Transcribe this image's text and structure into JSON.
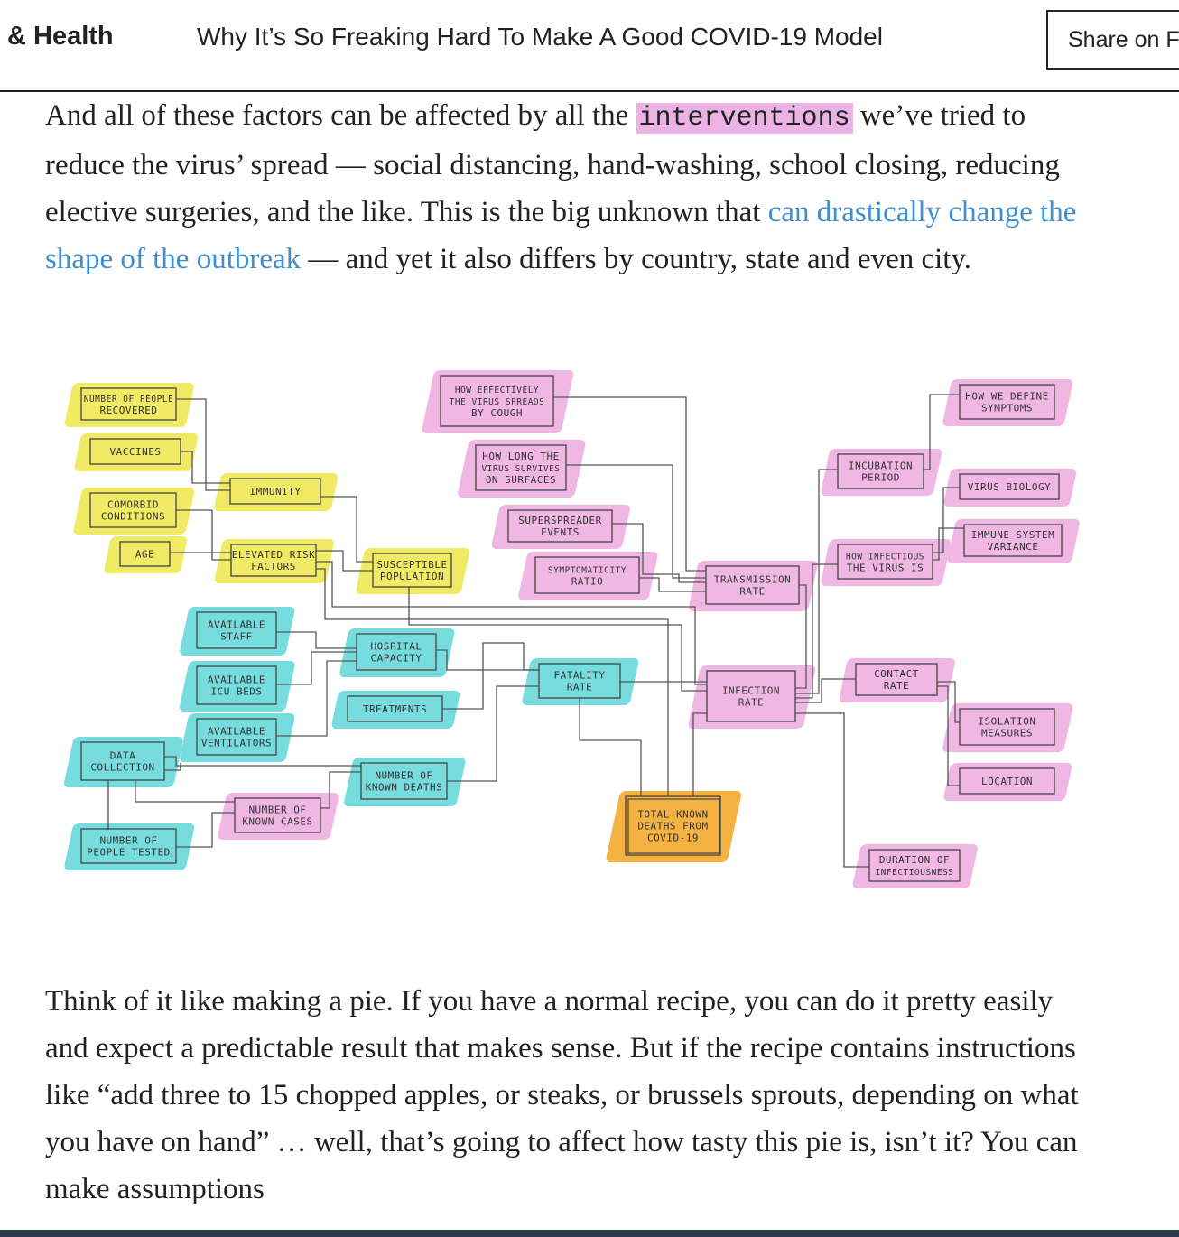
{
  "header": {
    "section": "& Health",
    "headline": "Why It’s So Freaking Hard To Make A Good COVID-19 Model",
    "share_label": "Share on Fa"
  },
  "article": {
    "para1_a": "And all of these factors can be affected by all the ",
    "para1_highlight": "interventions",
    "para1_b": " we’ve tried to reduce the virus’ spread — social distancing, hand-washing, school closing, reducing elective surgeries, and the like. This is the big unknown that ",
    "para1_link": "can drastically change the shape of the outbreak",
    "para1_c": " — and yet it also differs by country, state and even city.",
    "para2": "Think of it like making a pie. If you have a normal recipe, you can do it pretty easily and expect a predictable result that makes sense. But if the recipe contains instructions like “add three to 15 chopped apples, or steaks, or brussels sprouts, depending on what you have on hand” … well, that’s going to affect how tasty this pie is, isn’t it? You can make assumptions"
  },
  "diagram": {
    "colors": {
      "yellow": "#efe64a",
      "pink": "#eeaadf",
      "cyan": "#5fd6d8",
      "orange": "#f2a521",
      "line": "#555555"
    },
    "nodes": {
      "recovered": [
        "NUMBER OF PEOPLE",
        "RECOVERED"
      ],
      "vaccines": [
        "VACCINES"
      ],
      "comorbid": [
        "COMORBID",
        "CONDITIONS"
      ],
      "age": [
        "AGE"
      ],
      "immunity": [
        "IMMUNITY"
      ],
      "elevated": [
        "ELEVATED RISK",
        "FACTORS"
      ],
      "susceptible": [
        "SUSCEPTIBLE",
        "POPULATION"
      ],
      "cough": [
        "HOW EFFECTIVELY",
        "THE VIRUS SPREADS",
        "BY COUGH"
      ],
      "surfaces": [
        "HOW LONG THE",
        "VIRUS SURVIVES",
        "ON SURFACES"
      ],
      "superspreader": [
        "SUPERSPREADER",
        "EVENTS"
      ],
      "symptomaticity": [
        "SYMPTOMATICITY",
        "RATIO"
      ],
      "transmission": [
        "TRANSMISSION",
        "RATE"
      ],
      "incubation": [
        "INCUBATION",
        "PERIOD"
      ],
      "define": [
        "HOW WE DEFINE",
        "SYMPTOMS"
      ],
      "biology": [
        "VIRUS BIOLOGY"
      ],
      "immune": [
        "IMMUNE SYSTEM",
        "VARIANCE"
      ],
      "infectious": [
        "HOW INFECTIOUS",
        "THE VIRUS IS"
      ],
      "staff": [
        "AVAILABLE",
        "STAFF"
      ],
      "hospital": [
        "HOSPITAL",
        "CAPACITY"
      ],
      "icu": [
        "AVAILABLE",
        "ICU BEDS"
      ],
      "ventilators": [
        "AVAILABLE",
        "VENTILATORS"
      ],
      "treatments": [
        "TREATMENTS"
      ],
      "fatality": [
        "FATALITY",
        "RATE"
      ],
      "infection": [
        "INFECTION",
        "RATE"
      ],
      "contact": [
        "CONTACT",
        "RATE"
      ],
      "isolation": [
        "ISOLATION",
        "MEASURES"
      ],
      "location": [
        "LOCATION"
      ],
      "datacollection": [
        "DATA",
        "COLLECTION"
      ],
      "knowndeaths": [
        "NUMBER OF",
        "KNOWN DEATHS"
      ],
      "knowncases": [
        "NUMBER OF",
        "KNOWN CASES"
      ],
      "tested": [
        "NUMBER OF",
        "PEOPLE TESTED"
      ],
      "totaldeaths": [
        "TOTAL KNOWN",
        "DEATHS FROM",
        "COVID-19"
      ],
      "duration": [
        "DURATION OF",
        "INFECTIOUSNESS"
      ]
    }
  }
}
